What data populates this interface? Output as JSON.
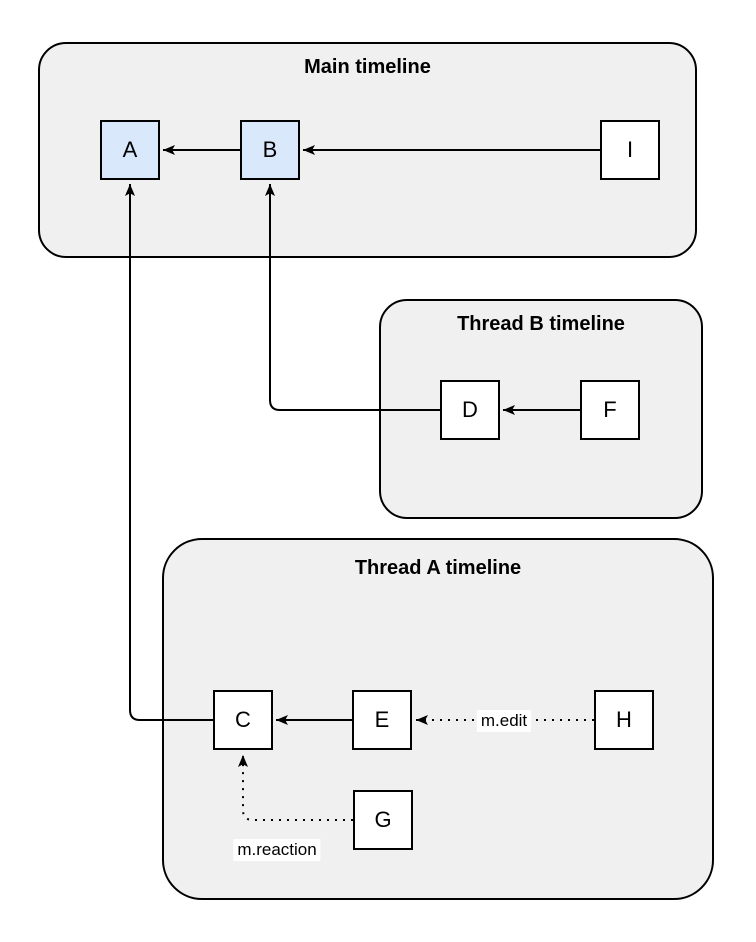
{
  "colors": {
    "background": "#ffffff",
    "container_fill": "#f0f0f0",
    "container_border": "#000000",
    "node_fill": "#ffffff",
    "node_highlight_fill": "#dae8fc",
    "node_border": "#000000",
    "arrow": "#000000",
    "edge_label_background": "#ffffff",
    "text": "#000000"
  },
  "containers": [
    {
      "id": "main",
      "title": "Main timeline"
    },
    {
      "id": "thread_b",
      "title": "Thread B timeline"
    },
    {
      "id": "thread_a",
      "title": "Thread A timeline"
    }
  ],
  "nodes": [
    {
      "id": "A",
      "label": "A",
      "container": "main",
      "highlighted": true
    },
    {
      "id": "B",
      "label": "B",
      "container": "main",
      "highlighted": true
    },
    {
      "id": "I",
      "label": "I",
      "container": "main",
      "highlighted": false
    },
    {
      "id": "D",
      "label": "D",
      "container": "thread_b",
      "highlighted": false
    },
    {
      "id": "F",
      "label": "F",
      "container": "thread_b",
      "highlighted": false
    },
    {
      "id": "C",
      "label": "C",
      "container": "thread_a",
      "highlighted": false
    },
    {
      "id": "E",
      "label": "E",
      "container": "thread_a",
      "highlighted": false
    },
    {
      "id": "H",
      "label": "H",
      "container": "thread_a",
      "highlighted": false
    },
    {
      "id": "G",
      "label": "G",
      "container": "thread_a",
      "highlighted": false
    }
  ],
  "edges": [
    {
      "from": "B",
      "to": "A",
      "style": "solid",
      "label": ""
    },
    {
      "from": "I",
      "to": "B",
      "style": "solid",
      "label": ""
    },
    {
      "from": "F",
      "to": "D",
      "style": "solid",
      "label": ""
    },
    {
      "from": "D",
      "to": "B",
      "style": "solid",
      "label": ""
    },
    {
      "from": "E",
      "to": "C",
      "style": "solid",
      "label": ""
    },
    {
      "from": "C",
      "to": "A",
      "style": "solid",
      "label": ""
    },
    {
      "from": "H",
      "to": "E",
      "style": "dotted",
      "label": "m.edit"
    },
    {
      "from": "G",
      "to": "C",
      "style": "dotted",
      "label": "m.reaction"
    }
  ]
}
